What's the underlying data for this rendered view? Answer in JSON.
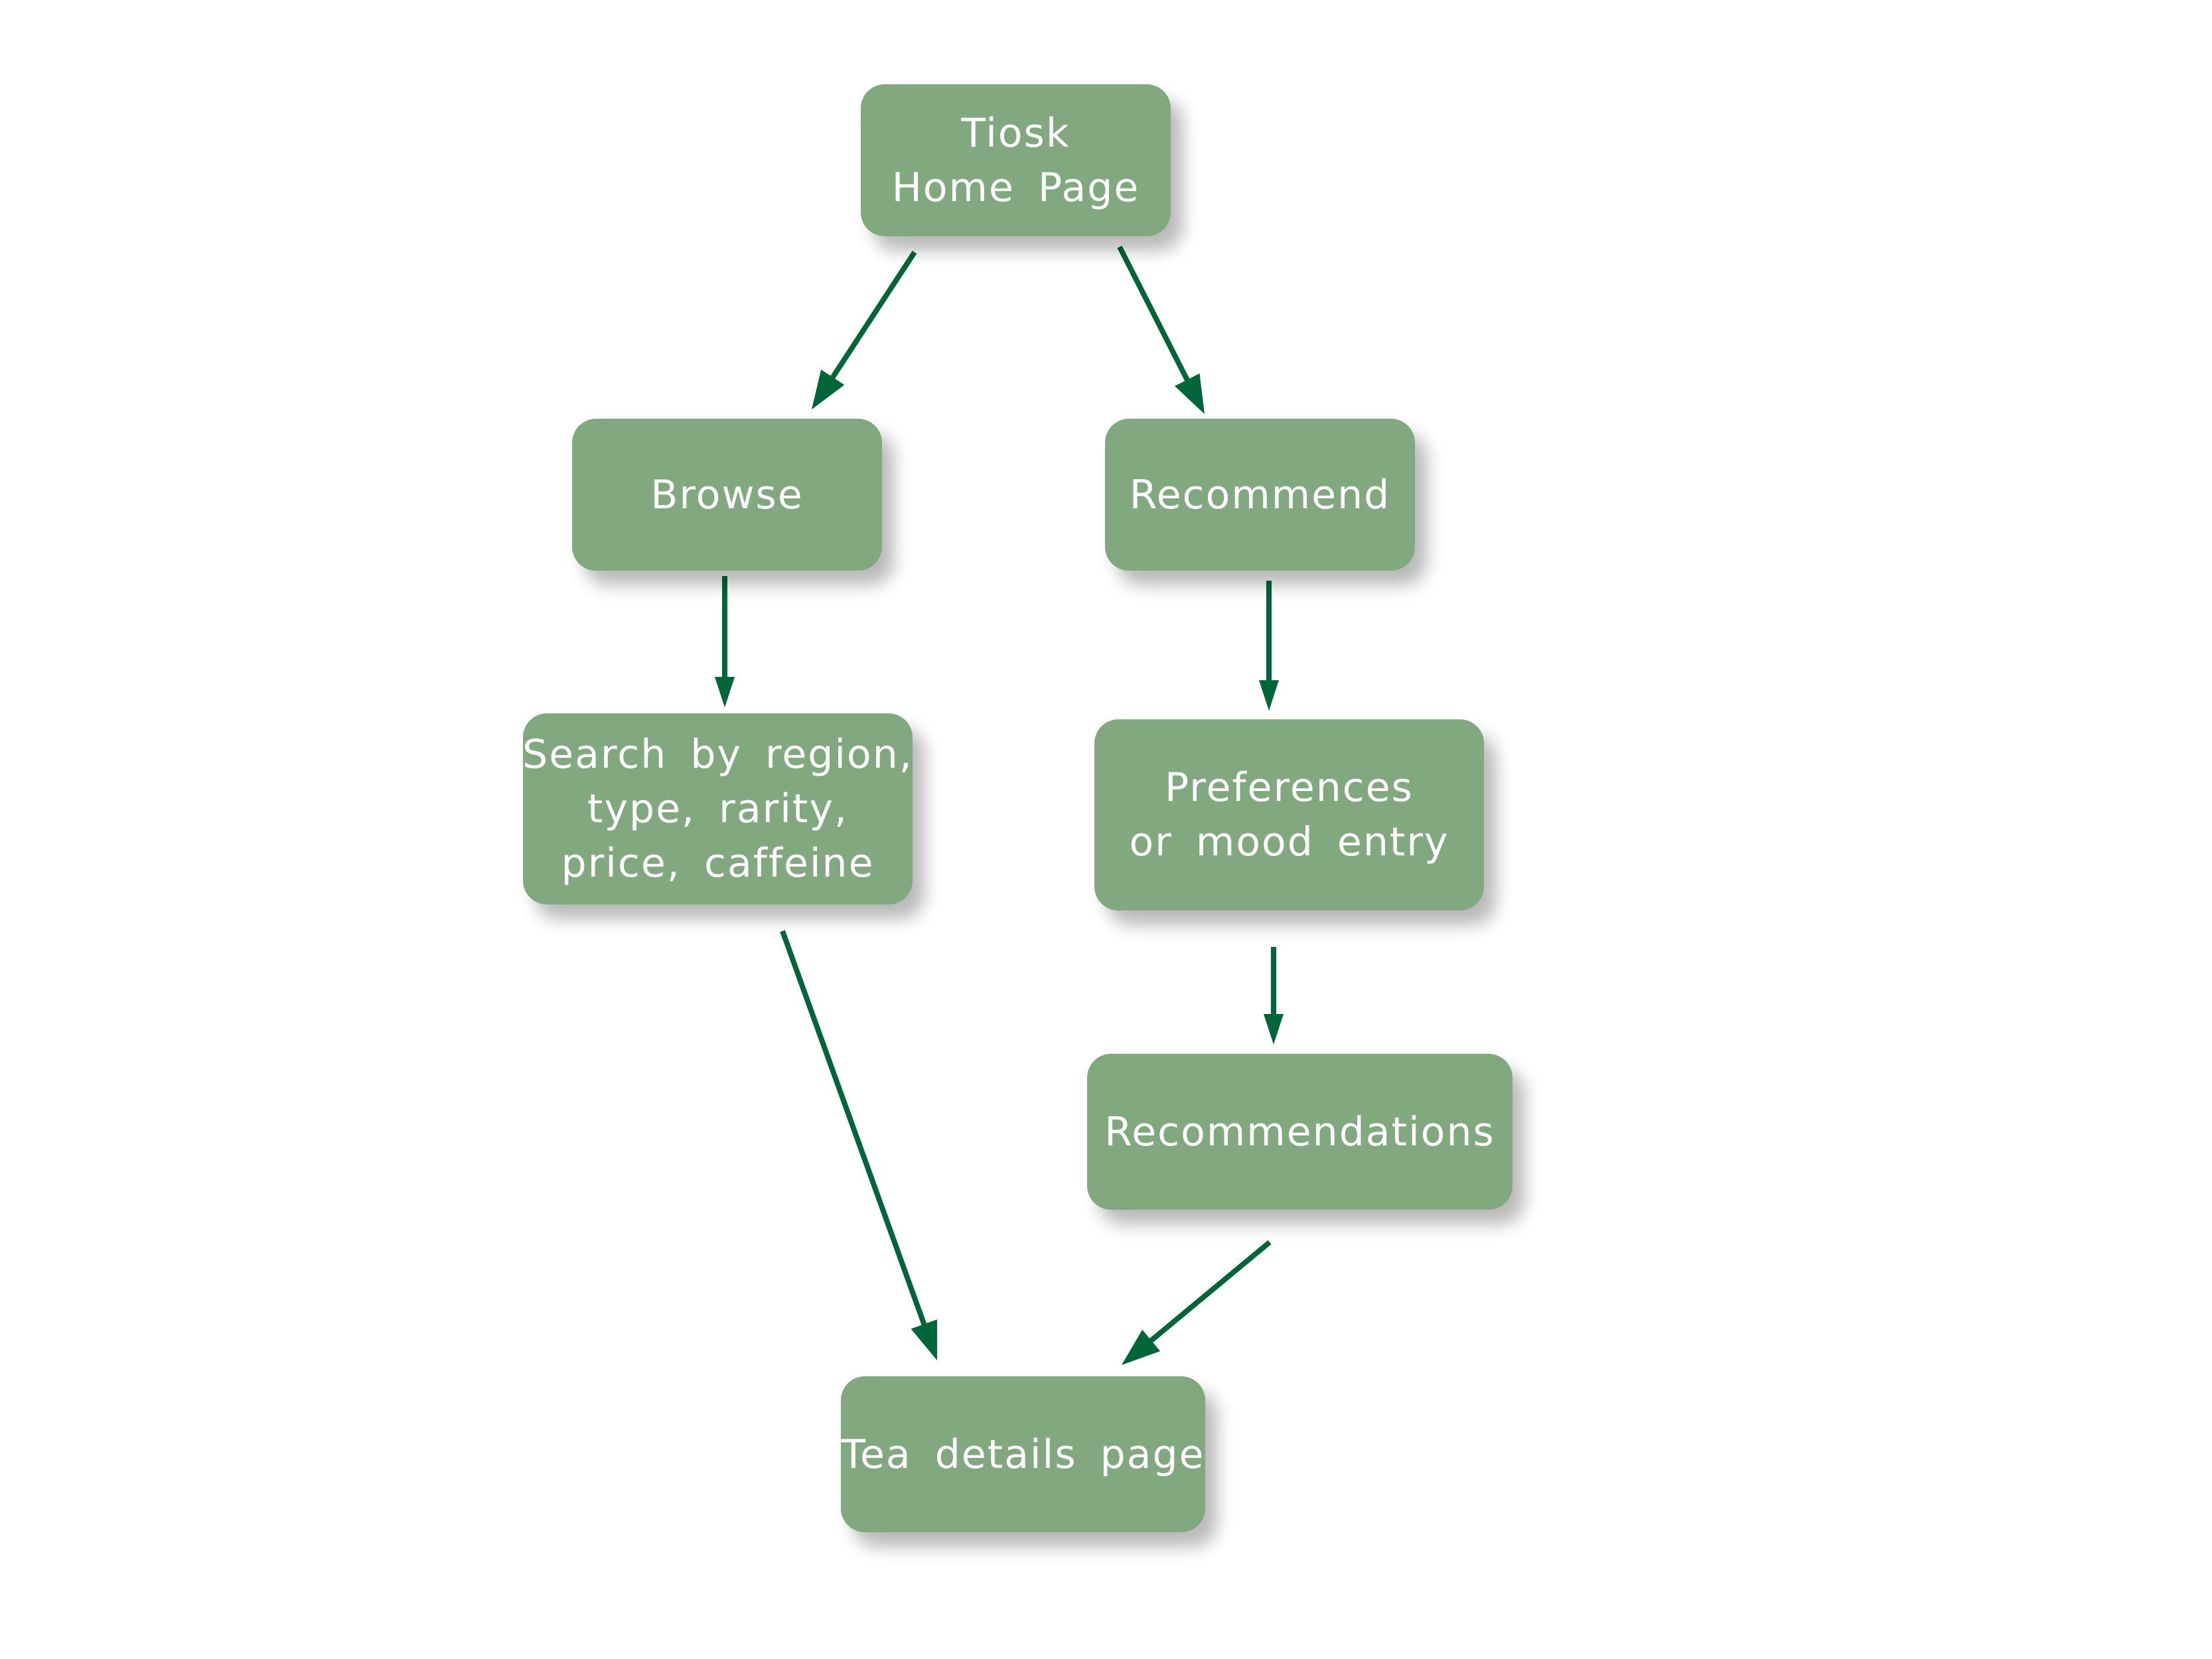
{
  "colors": {
    "node_fill": "#82a880",
    "node_text": "#ffffff",
    "arrow": "#00663a",
    "background": "#ffffff"
  },
  "nodes": {
    "home": {
      "lines": [
        "Tiosk",
        "Home Page"
      ]
    },
    "browse": {
      "lines": [
        "Browse"
      ]
    },
    "recommend": {
      "lines": [
        "Recommend"
      ]
    },
    "search": {
      "lines": [
        "Search by region,",
        "type, rarity,",
        "price, caffeine"
      ]
    },
    "preferences": {
      "lines": [
        "Preferences",
        "or mood entry"
      ]
    },
    "recommendations": {
      "lines": [
        "Recommendations"
      ]
    },
    "details": {
      "lines": [
        "Tea details page"
      ]
    }
  },
  "edges": [
    {
      "from": "home",
      "to": "browse"
    },
    {
      "from": "home",
      "to": "recommend"
    },
    {
      "from": "browse",
      "to": "search"
    },
    {
      "from": "recommend",
      "to": "preferences"
    },
    {
      "from": "preferences",
      "to": "recommendations"
    },
    {
      "from": "search",
      "to": "details"
    },
    {
      "from": "recommendations",
      "to": "details"
    }
  ]
}
